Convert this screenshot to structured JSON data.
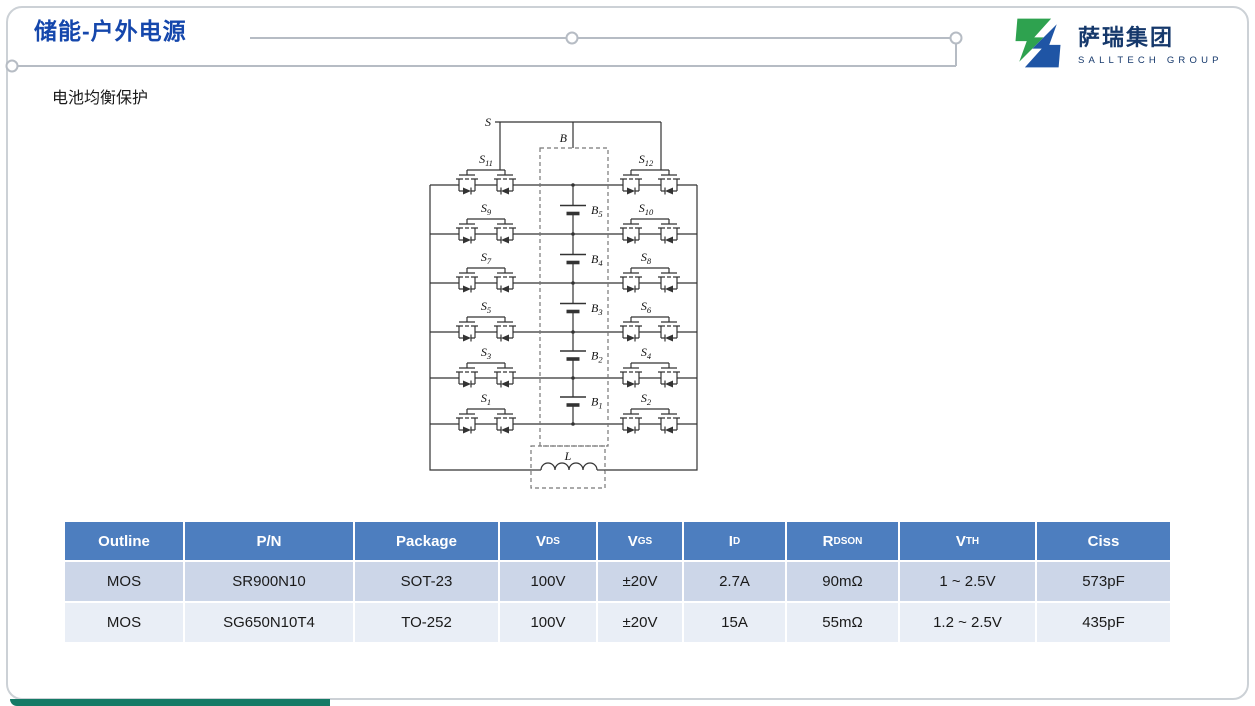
{
  "page": {
    "title": "储能-户外电源",
    "subtitle": "电池均衡保护"
  },
  "logo": {
    "name": "萨瑞集团",
    "subname": "SALLTECH GROUP"
  },
  "diagram": {
    "top_label_s": "S",
    "top_label_b": "B",
    "inductor_label": "L",
    "switches_left": [
      {
        "l": "S",
        "s": "11"
      },
      {
        "l": "S",
        "s": "9"
      },
      {
        "l": "S",
        "s": "7"
      },
      {
        "l": "S",
        "s": "5"
      },
      {
        "l": "S",
        "s": "3"
      },
      {
        "l": "S",
        "s": "1"
      }
    ],
    "switches_right": [
      {
        "l": "S",
        "s": "12"
      },
      {
        "l": "S",
        "s": "10"
      },
      {
        "l": "S",
        "s": "8"
      },
      {
        "l": "S",
        "s": "6"
      },
      {
        "l": "S",
        "s": "4"
      },
      {
        "l": "S",
        "s": "2"
      }
    ],
    "batteries": [
      {
        "l": "B",
        "s": "5"
      },
      {
        "l": "B",
        "s": "4"
      },
      {
        "l": "B",
        "s": "3"
      },
      {
        "l": "B",
        "s": "2"
      },
      {
        "l": "B",
        "s": "1"
      }
    ]
  },
  "table": {
    "headers": [
      {
        "text": "Outline",
        "sub": ""
      },
      {
        "text": "P/N",
        "sub": ""
      },
      {
        "text": "Package",
        "sub": ""
      },
      {
        "text": "V",
        "sub": "DS"
      },
      {
        "text": "V",
        "sub": "GS"
      },
      {
        "text": "I",
        "sub": "D"
      },
      {
        "text": "R",
        "sub": "DSON"
      },
      {
        "text": "V",
        "sub": "TH"
      },
      {
        "text": "Ciss",
        "sub": ""
      }
    ],
    "rows": [
      [
        "MOS",
        "SR900N10",
        "SOT-23",
        "100V",
        "±20V",
        "2.7A",
        "90mΩ",
        "1 ~ 2.5V",
        "573pF"
      ],
      [
        "MOS",
        "SG650N10T4",
        "TO-252",
        "100V",
        "±20V",
        "15A",
        "55mΩ",
        "1.2 ~ 2.5V",
        "435pF"
      ]
    ]
  },
  "colors": {
    "accent_blue": "#1547ac",
    "table_header_blue": "#4d7ebf",
    "row_dark": "#ccd6e8",
    "row_light": "#e9eef6",
    "logo_green": "#2ea24f",
    "logo_blue": "#1f55a5",
    "footer_teal": "#157a66"
  }
}
